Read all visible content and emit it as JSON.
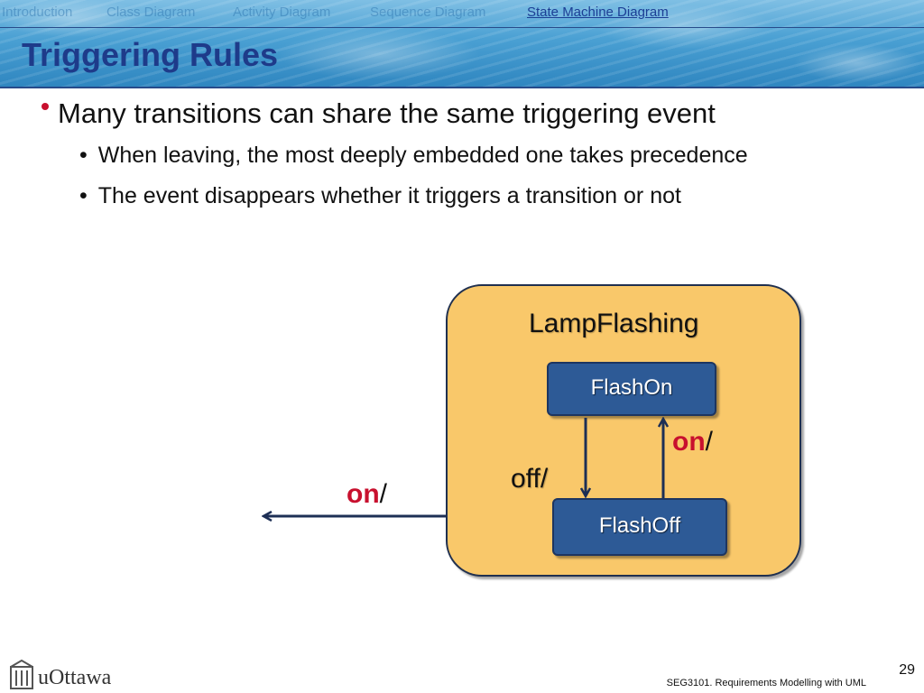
{
  "nav": {
    "items": [
      "Introduction",
      "Class Diagram",
      "Activity Diagram",
      "Sequence Diagram"
    ],
    "active": "State Machine Diagram"
  },
  "title": "Triggering Rules",
  "bullets": {
    "main": "Many transitions can share the same triggering event",
    "sub": [
      "When leaving, the most deeply embedded one takes precedence",
      "The event disappears whether it triggers a transition or not"
    ]
  },
  "diagram": {
    "composite_state": "LampFlashing",
    "states": [
      "FlashOn",
      "FlashOff"
    ],
    "transitions": {
      "exit_event": "on",
      "exit_sep": "/",
      "on_event": "on",
      "on_sep": "/",
      "off_label": "off/"
    },
    "colors": {
      "composite_fill": "#f9c86a",
      "state_fill": "#2d5a96",
      "event_red": "#c8102e"
    }
  },
  "footer": {
    "logo": "uOttawa",
    "page_number": "29",
    "course": "SEG3101. Requirements Modelling with UML"
  }
}
